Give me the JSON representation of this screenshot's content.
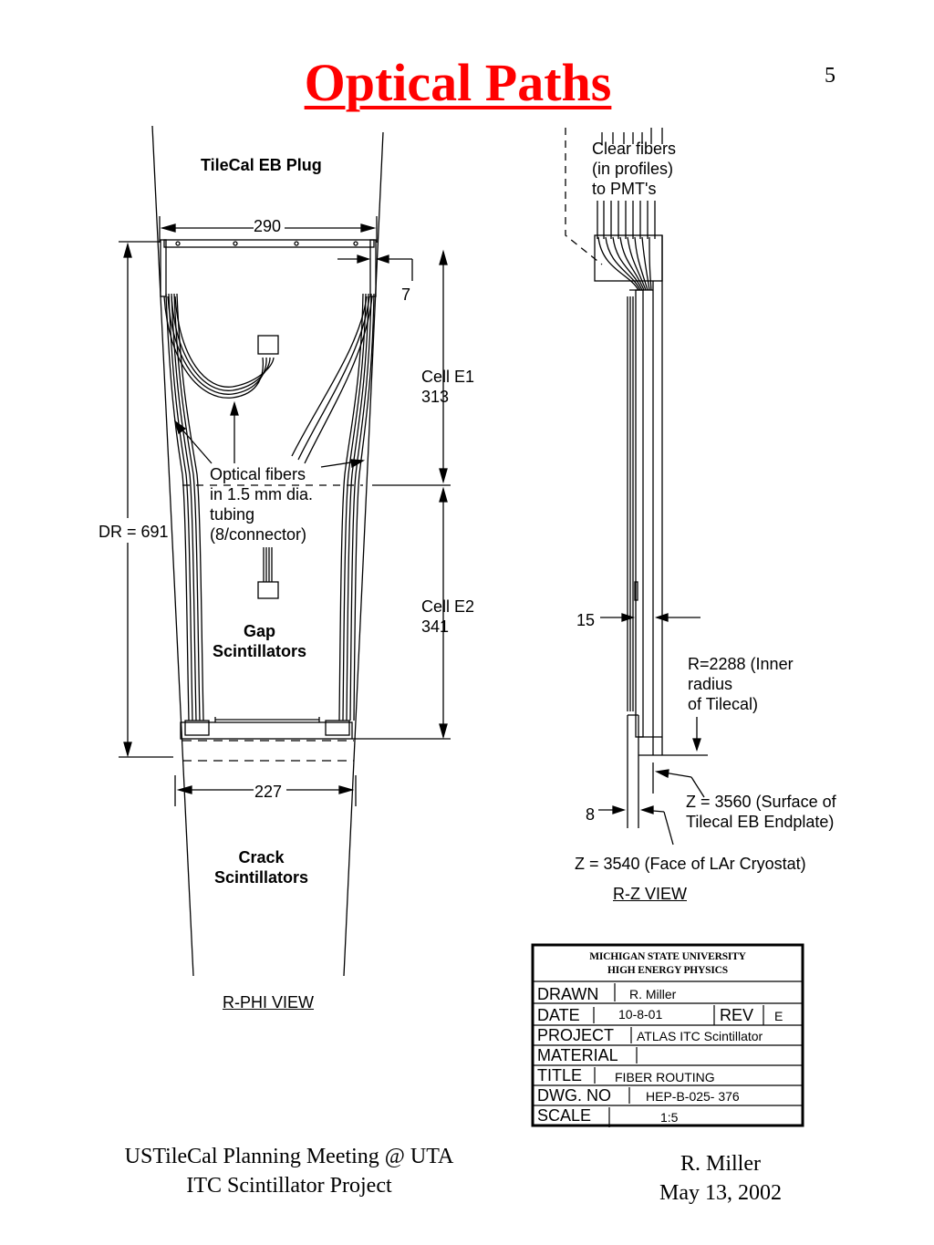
{
  "page": {
    "title": "Optical Paths",
    "number": "5"
  },
  "rphi": {
    "plug_label": "TileCal EB Plug",
    "width_top": "290",
    "gap_dim": "7",
    "cell_e1": "Cell E1\n313",
    "cell_e2": "Cell E2\n341",
    "dr": "DR = 691",
    "fiber_note": "Optical fibers\nin 1.5 mm dia.\ntubing\n(8/connector)",
    "gap_label": "Gap\nScintillators",
    "width_bottom": "227",
    "crack_label": "Crack\nScintillators",
    "view_label": "R-PHI VIEW"
  },
  "rz": {
    "clear_fibers": "Clear fibers\n(in profiles)\nto PMT's",
    "dim_15": "15",
    "inner_radius": "R=2288 (Inner\nradius\nof Tilecal)",
    "z3560": "Z = 3560 (Surface of\nTilecal EB Endplate)",
    "dim_8": "8",
    "z3540": "Z = 3540 (Face of LAr Cryostat)",
    "view_label": "R-Z VIEW"
  },
  "title_block": {
    "institution": "MICHIGAN STATE UNIVERSITY",
    "group": "HIGH ENERGY PHYSICS",
    "rows": [
      {
        "key": "DRAWN",
        "value": "R. Miller"
      },
      {
        "key": "DATE",
        "value": "10-8-01"
      },
      {
        "key": "PROJECT",
        "value": "ATLAS  ITC Scintillator"
      },
      {
        "key": "MATERIAL",
        "value": ""
      },
      {
        "key": "TITLE",
        "value": "FIBER ROUTING"
      },
      {
        "key": "DWG. NO",
        "value": "HEP-B-025-  376"
      },
      {
        "key": "SCALE",
        "value": "1:5"
      }
    ],
    "rev_key": "REV",
    "rev_value": "E"
  },
  "footer": {
    "left_line1": "USTileCal Planning Meeting @ UTA",
    "left_line2": "ITC Scintillator Project",
    "right_line1": "R. Miller",
    "right_line2": "May 13, 2002"
  },
  "colors": {
    "title": "#ff0000",
    "ink": "#000000",
    "background": "#ffffff"
  }
}
